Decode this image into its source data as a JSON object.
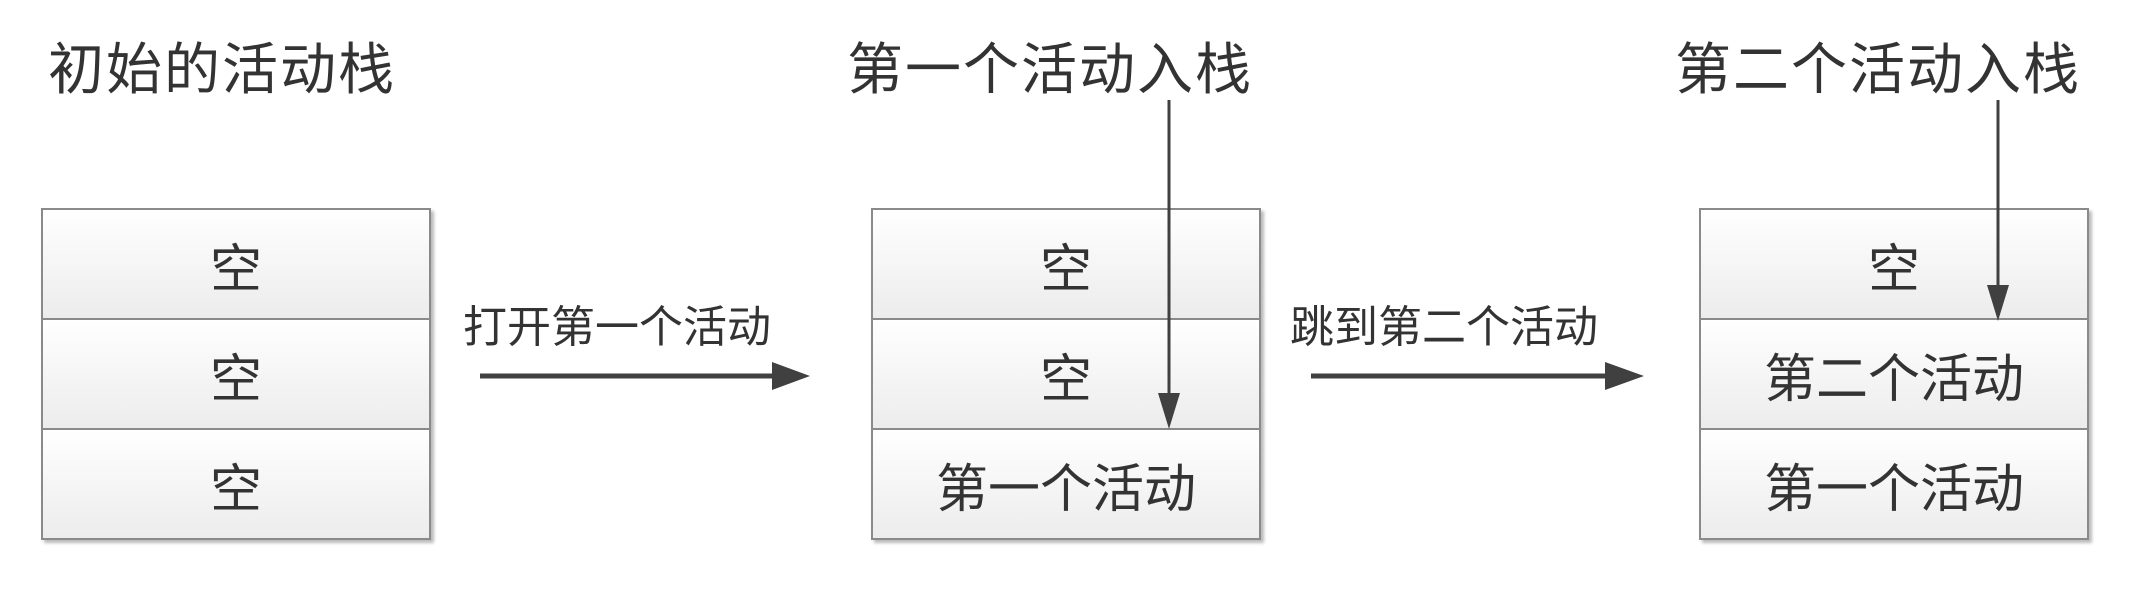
{
  "stages": [
    {
      "title": "初始的活动栈",
      "cells": [
        "空",
        "空",
        "空"
      ]
    },
    {
      "title": "第一个活动入栈",
      "cells": [
        "空",
        "空",
        "第一个活动"
      ]
    },
    {
      "title": "第二个活动入栈",
      "cells": [
        "空",
        "第二个活动",
        "第一个活动"
      ]
    }
  ],
  "transitions": [
    "打开第一个活动",
    "跳到第二个活动"
  ],
  "colors": {
    "line": "#404040",
    "border": "#8a8a8a"
  }
}
